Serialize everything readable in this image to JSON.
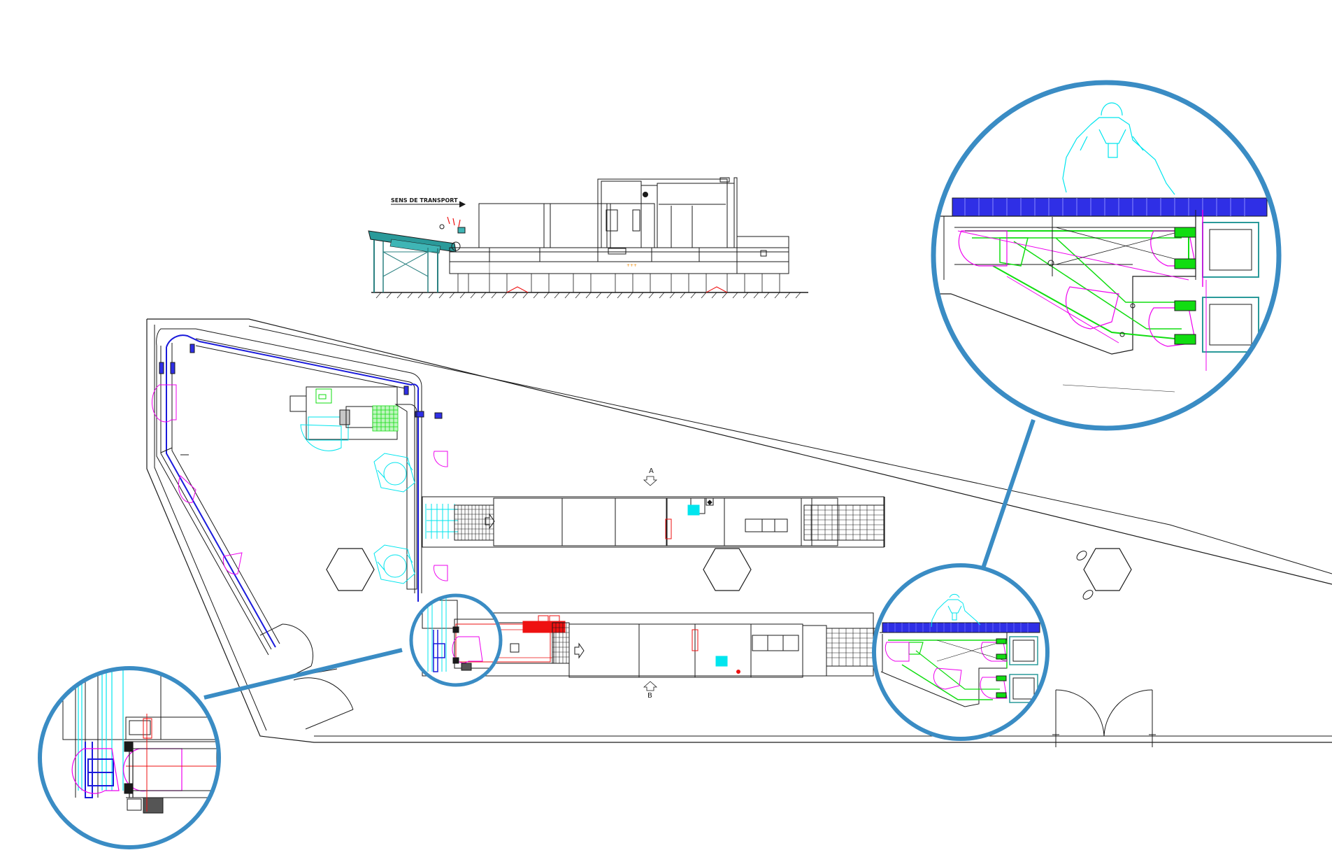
{
  "elevation": {
    "direction_label": "SENS DE TRANSPORT"
  },
  "plan": {
    "marker_a": "A",
    "marker_b": "B"
  },
  "colors": {
    "callout_ring": "#3a8cc4",
    "conveyor": "#1a1adb",
    "conveyor_fill": "#2f2fe6",
    "operator": "#00e5ee",
    "pick_zone": "#ee00ee",
    "transfer": "#11dd11",
    "motor": "#ee1111",
    "elevation_feed": "#2a9a9a",
    "line": "#1a1a1a"
  }
}
